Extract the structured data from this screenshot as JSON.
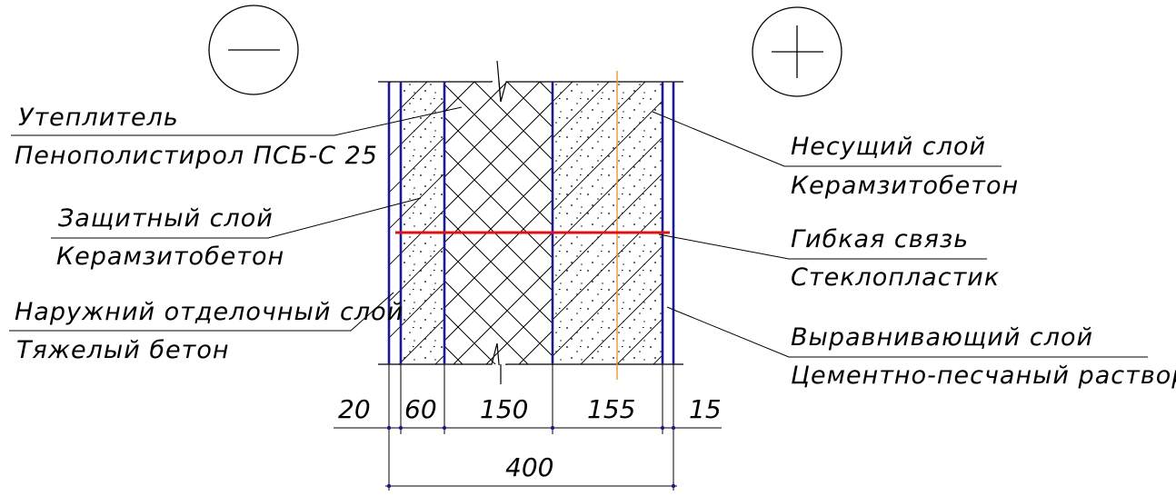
{
  "signs": {
    "left": "minus",
    "right": "plus"
  },
  "callouts": [
    {
      "id": "insulation",
      "title": "Утеплитель",
      "material": "Пенополистирол ПСБ-С 25"
    },
    {
      "id": "protective",
      "title": "Защитный слой",
      "material": "Керамзитобетон"
    },
    {
      "id": "outer-finish",
      "title": "Наружний отделочный слой",
      "material": "Тяжелый бетон"
    },
    {
      "id": "bearing",
      "title": "Несущий слой",
      "material": "Керамзитобетон"
    },
    {
      "id": "flexible-tie",
      "title": "Гибкая связь",
      "material": "Стеклопластик"
    },
    {
      "id": "leveling",
      "title": "Выравнивающий слой",
      "material": "Цементно-песчаный раствор"
    }
  ],
  "dimensions": {
    "layers": [
      "20",
      "60",
      "150",
      "155",
      "15"
    ],
    "total": "400"
  },
  "colors": {
    "layer_lines": "#1b1b8f",
    "flexible_tie": "#e01010",
    "axis_line": "#e09a30",
    "ink": "#000000"
  }
}
